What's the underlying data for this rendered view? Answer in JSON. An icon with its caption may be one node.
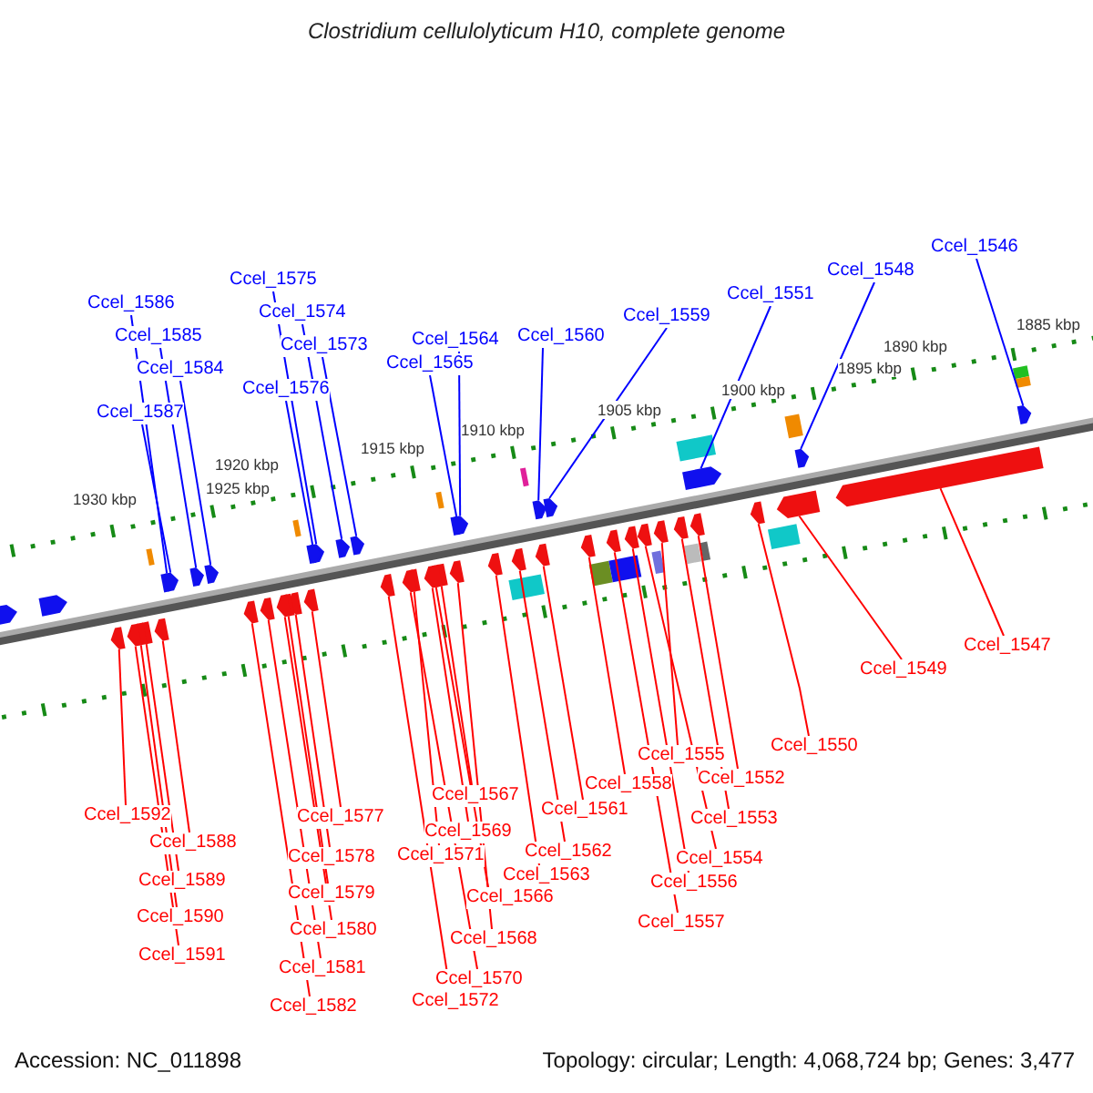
{
  "diagram": {
    "title": "Clostridium cellulolyticum H10, complete genome",
    "nodes": [
      {
        "text": [
          "Ccel_1546"
        ]
      },
      {
        "text": [
          "Ccel_1548"
        ]
      },
      {
        "text": [
          "Ccel_1575"
        ]
      },
      {
        "text": [
          "Ccel_1551"
        ]
      },
      {
        "text": [
          "Ccel_1586"
        ]
      },
      {
        "text": [
          "Ccel_1574"
        ]
      },
      {
        "text": [
          "Ccel_1559"
        ]
      },
      {
        "text": [
          "Ccel_1585"
        ]
      },
      {
        "text": [
          "Ccel_1560"
        ]
      },
      {
        "text": [
          "Ccel_1564"
        ]
      },
      {
        "text": [
          "Ccel_1573"
        ]
      },
      {
        "text": [
          "Ccel_1565"
        ]
      },
      {
        "text": [
          "Ccel_1584"
        ]
      },
      {
        "text": [
          "Ccel_1576"
        ]
      },
      {
        "text": [
          "Ccel_1587"
        ]
      },
      {
        "text": [
          "Ccel_1547"
        ]
      },
      {
        "text": [
          "Ccel_1549"
        ]
      },
      {
        "text": [
          "Ccel_1550"
        ]
      },
      {
        "text": [
          "Ccel_1555"
        ]
      },
      {
        "text": [
          "Ccel_1558"
        ]
      },
      {
        "text": [
          "Ccel_1567"
        ]
      },
      {
        "text": [
          "Ccel_1561"
        ]
      },
      {
        "text": [
          "Ccel_1592"
        ]
      },
      {
        "text": [
          "Ccel_1552"
        ]
      },
      {
        "text": [
          "Ccel_1577"
        ]
      },
      {
        "text": [
          "Ccel_1553"
        ]
      },
      {
        "text": [
          "Ccel_1569"
        ]
      },
      {
        "text": [
          "Ccel_1588"
        ]
      },
      {
        "text": [
          "Ccel_1562"
        ]
      },
      {
        "text": [
          "Ccel_1571"
        ]
      },
      {
        "text": [
          "Ccel_1578"
        ]
      },
      {
        "text": [
          "Ccel_1554"
        ]
      },
      {
        "text": [
          "Ccel_1563"
        ]
      },
      {
        "text": [
          "Ccel_1589"
        ]
      },
      {
        "text": [
          "Ccel_1556"
        ]
      },
      {
        "text": [
          "Ccel_1579"
        ]
      },
      {
        "text": [
          "Ccel_1566"
        ]
      },
      {
        "text": [
          "Ccel_1590"
        ]
      },
      {
        "text": [
          "Ccel_1557"
        ]
      },
      {
        "text": [
          "Ccel_1580"
        ]
      },
      {
        "text": [
          "Ccel_1568"
        ]
      },
      {
        "text": [
          "Ccel_1591"
        ]
      },
      {
        "text": [
          "Ccel_1581"
        ]
      },
      {
        "text": [
          "Ccel_1570"
        ]
      },
      {
        "text": [
          "Ccel_1572"
        ]
      },
      {
        "text": [
          "Ccel_1582"
        ]
      },
      {
        "text": [],
        "shape": "arrow"
      },
      {
        "text": [],
        "shape": "arrow"
      },
      {
        "text": [],
        "shape": "arrow"
      },
      {
        "text": [],
        "shape": "arrow"
      },
      {
        "text": [],
        "shape": "arrow"
      },
      {
        "text": [],
        "shape": "arrow"
      },
      {
        "text": [],
        "shape": "arrow"
      },
      {
        "text": [],
        "shape": "arrow"
      },
      {
        "text": [],
        "shape": "arrow"
      },
      {
        "text": [],
        "shape": "arrow"
      },
      {
        "text": [],
        "shape": "arrow"
      },
      {
        "text": [],
        "shape": "arrow"
      },
      {
        "text": [],
        "shape": "arrow"
      },
      {
        "text": [],
        "shape": "arrow"
      },
      {
        "text": [],
        "shape": "arrow"
      },
      {
        "text": [],
        "shape": "arrow"
      },
      {
        "text": [],
        "shape": "arrow"
      },
      {
        "text": [],
        "shape": "arrow"
      },
      {
        "text": [],
        "shape": "arrow"
      },
      {
        "text": [],
        "shape": "arrow"
      },
      {
        "text": [],
        "shape": "arrow"
      },
      {
        "text": [],
        "shape": "arrow"
      },
      {
        "text": [],
        "shape": "arrow"
      },
      {
        "text": [],
        "shape": "arrow"
      },
      {
        "text": [],
        "shape": "arrow"
      },
      {
        "text": [],
        "shape": "arrow"
      },
      {
        "text": [],
        "shape": "arrow"
      },
      {
        "text": [],
        "shape": "arrow"
      },
      {
        "text": [],
        "shape": "arrow"
      },
      {
        "text": [],
        "shape": "arrow"
      },
      {
        "text": [],
        "shape": "arrow"
      },
      {
        "text": [],
        "shape": "arrow"
      },
      {
        "text": [],
        "shape": "arrow"
      },
      {
        "text": [],
        "shape": "arrow"
      },
      {
        "text": [],
        "shape": "arrow"
      },
      {
        "text": [],
        "shape": "arrow"
      },
      {
        "text": [],
        "shape": "arrow"
      },
      {
        "text": [],
        "shape": "arrow"
      },
      {
        "text": [],
        "shape": "arrow"
      },
      {
        "text": [],
        "shape": "arrow"
      },
      {
        "text": [],
        "shape": "arrow"
      },
      {
        "text": [],
        "shape": "arrow"
      },
      {
        "text": [],
        "shape": "arrow"
      },
      {
        "text": [],
        "shape": "arrow"
      },
      {
        "text": [],
        "shape": "arrow"
      },
      {
        "text": [],
        "shape": "arrow"
      }
    ],
    "edges": [
      {
        "from": 0,
        "to": 46,
        "arrow": "none",
        "color": "#0000ff"
      },
      {
        "from": 1,
        "to": 47,
        "arrow": "none",
        "color": "#0000ff"
      },
      {
        "from": 2,
        "to": 48,
        "arrow": "none",
        "color": "#0000ff"
      },
      {
        "from": 3,
        "to": 49,
        "arrow": "none",
        "color": "#0000ff"
      },
      {
        "from": 4,
        "to": 50,
        "arrow": "none",
        "color": "#0000ff"
      },
      {
        "from": 5,
        "to": 51,
        "arrow": "none",
        "color": "#0000ff"
      },
      {
        "from": 6,
        "to": 52,
        "arrow": "none",
        "color": "#0000ff"
      },
      {
        "from": 7,
        "to": 53,
        "arrow": "none",
        "color": "#0000ff"
      },
      {
        "from": 8,
        "to": 54,
        "arrow": "none",
        "color": "#0000ff"
      },
      {
        "from": 9,
        "to": 55,
        "arrow": "none",
        "color": "#0000ff"
      },
      {
        "from": 10,
        "to": 56,
        "arrow": "none",
        "color": "#0000ff"
      },
      {
        "from": 11,
        "to": 57,
        "arrow": "none",
        "color": "#0000ff"
      },
      {
        "from": 12,
        "to": 58,
        "arrow": "none",
        "color": "#0000ff"
      },
      {
        "from": 13,
        "to": 59,
        "arrow": "none",
        "color": "#0000ff"
      },
      {
        "from": 14,
        "to": 60,
        "arrow": "none",
        "color": "#0000ff"
      },
      {
        "from": 15,
        "to": 61,
        "arrow": "none"
      },
      {
        "from": 16,
        "to": 62,
        "arrow": "none"
      },
      {
        "from": 17,
        "to": 63,
        "arrow": "none"
      },
      {
        "from": 18,
        "to": 64,
        "arrow": "none"
      },
      {
        "from": 19,
        "to": 65,
        "arrow": "none"
      },
      {
        "from": 20,
        "to": 66,
        "arrow": "none"
      },
      {
        "from": 21,
        "to": 67,
        "arrow": "none"
      },
      {
        "from": 22,
        "to": 68,
        "arrow": "none"
      },
      {
        "from": 23,
        "to": 69,
        "arrow": "none"
      },
      {
        "from": 24,
        "to": 70,
        "arrow": "none"
      },
      {
        "from": 25,
        "to": 71,
        "arrow": "none"
      },
      {
        "from": 26,
        "to": 72,
        "arrow": "none"
      },
      {
        "from": 27,
        "to": 73,
        "arrow": "none"
      },
      {
        "from": 28,
        "to": 74,
        "arrow": "none"
      },
      {
        "from": 29,
        "to": 75,
        "arrow": "none"
      },
      {
        "from": 30,
        "to": 76,
        "arrow": "none"
      },
      {
        "from": 31,
        "to": 77,
        "arrow": "none"
      },
      {
        "from": 32,
        "to": 78,
        "arrow": "none"
      },
      {
        "from": 33,
        "to": 79,
        "arrow": "none"
      },
      {
        "from": 34,
        "to": 80,
        "arrow": "none"
      },
      {
        "from": 35,
        "to": 81,
        "arrow": "none"
      },
      {
        "from": 36,
        "to": 82,
        "arrow": "none"
      },
      {
        "from": 37,
        "to": 83,
        "arrow": "none"
      },
      {
        "from": 38,
        "to": 84,
        "arrow": "none"
      },
      {
        "from": 39,
        "to": 85,
        "arrow": "none"
      },
      {
        "from": 40,
        "to": 86,
        "arrow": "none"
      },
      {
        "from": 41,
        "to": 87,
        "arrow": "none"
      },
      {
        "from": 42,
        "to": 88,
        "arrow": "none"
      },
      {
        "from": 43,
        "to": 89,
        "arrow": "none"
      },
      {
        "from": 44,
        "to": 90,
        "arrow": "none"
      },
      {
        "from": 45,
        "to": 91,
        "arrow": "none"
      }
    ],
    "labels": [
      "1885 kbp",
      "1890 kbp",
      "1895 kbp",
      "1900 kbp",
      "1905 kbp",
      "1910 kbp",
      "1915 kbp",
      "1920 kbp",
      "1925 kbp",
      "1930 kbp",
      "Accession: NC_011898",
      "Topology: circular; Length: 4,068,724 bp; Genes: 3,477"
    ]
  }
}
